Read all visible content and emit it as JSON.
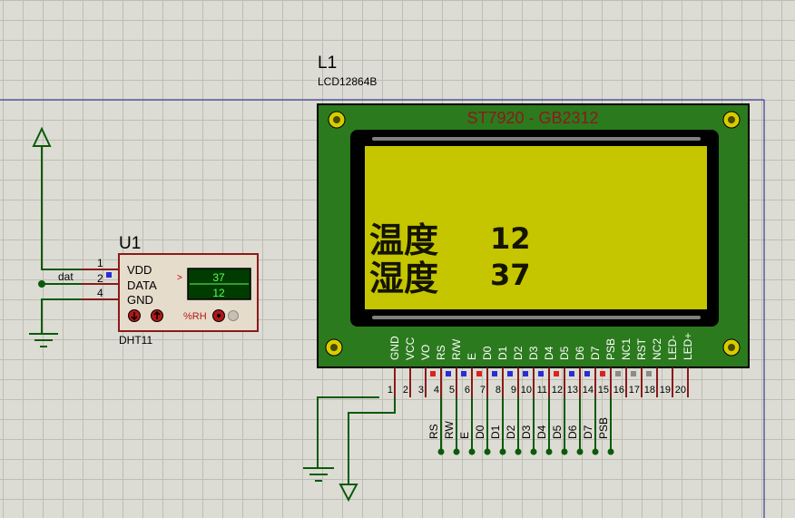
{
  "colors": {
    "wire": "#0a5a0a",
    "pin": "#8b1a1a",
    "pcb": "#2c7a1e",
    "lcd_screen": "#c5c500",
    "lcd_text": "#141400",
    "sheet_border": "#1a1a8c",
    "sensor_fill": "#e6dccc",
    "readout_bg": "#003c00",
    "readout_text": "#5cff5c"
  },
  "lcd": {
    "ref": "L1",
    "part": "LCD12864B",
    "controller": "ST7920 - GB2312",
    "line1_label": "温度",
    "line1_value": "12",
    "line2_label": "湿度",
    "line2_value": "37",
    "pins": [
      {
        "num": "1",
        "name": "GND",
        "state": "none"
      },
      {
        "num": "2",
        "name": "VCC",
        "state": "none"
      },
      {
        "num": "3",
        "name": "VO",
        "state": "none"
      },
      {
        "num": "4",
        "name": "RS",
        "state": "red"
      },
      {
        "num": "5",
        "name": "R/W",
        "state": "blue"
      },
      {
        "num": "6",
        "name": "E",
        "state": "blue"
      },
      {
        "num": "7",
        "name": "D0",
        "state": "red"
      },
      {
        "num": "8",
        "name": "D1",
        "state": "blue"
      },
      {
        "num": "9",
        "name": "D2",
        "state": "blue"
      },
      {
        "num": "10",
        "name": "D3",
        "state": "blue"
      },
      {
        "num": "11",
        "name": "D4",
        "state": "blue"
      },
      {
        "num": "12",
        "name": "D5",
        "state": "red"
      },
      {
        "num": "13",
        "name": "D6",
        "state": "blue"
      },
      {
        "num": "14",
        "name": "D7",
        "state": "blue"
      },
      {
        "num": "15",
        "name": "PSB",
        "state": "red"
      },
      {
        "num": "16",
        "name": "NC1",
        "state": "grey"
      },
      {
        "num": "17",
        "name": "RST",
        "state": "grey"
      },
      {
        "num": "18",
        "name": "NC2",
        "state": "grey"
      },
      {
        "num": "19",
        "name": "LED-",
        "state": "none"
      },
      {
        "num": "20",
        "name": "LED+",
        "state": "none"
      }
    ],
    "net_labels": [
      "RS",
      "RW",
      "E",
      "D0",
      "D1",
      "D2",
      "D3",
      "D4",
      "D5",
      "D6",
      "D7",
      "PSB"
    ]
  },
  "sensor": {
    "ref": "U1",
    "part": "DHT11",
    "pins": [
      {
        "num": "1",
        "name": "VDD"
      },
      {
        "num": "2",
        "name": "DATA"
      },
      {
        "num": "4",
        "name": "GND"
      }
    ],
    "net_label": "dat",
    "temperature_display": "37",
    "humidity_display": "12",
    "rh_label": "%RH",
    "arrow_glyph": ">"
  }
}
